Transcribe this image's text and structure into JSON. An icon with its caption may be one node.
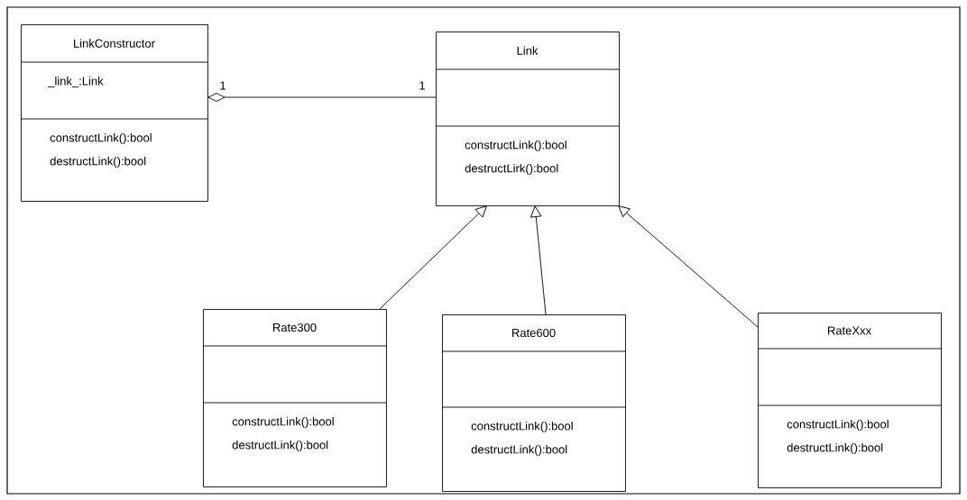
{
  "diagram": {
    "nodes": [
      {
        "text": [
          "LinkConstructor",
          "_link_:Link",
          "constructLink():bool",
          "destructLink():bool"
        ]
      },
      {
        "text": [
          "Link",
          "constructLink():bool",
          "destructLirk():bool"
        ]
      },
      {
        "text": [
          "Rate300",
          "constructLink():bool",
          "destructLink():bool"
        ]
      },
      {
        "text": [
          "Rate600",
          "constructLink():bool",
          "destructLink():bool"
        ]
      },
      {
        "text": [
          "RateXxx",
          "constructLink():bool",
          "destructLink():bool"
        ]
      }
    ],
    "edges": [
      {
        "from": 0,
        "to": 1,
        "arrow": "other"
      },
      {
        "from": 2,
        "to": 1,
        "arrow": "to"
      },
      {
        "from": 3,
        "to": 1,
        "arrow": "to"
      },
      {
        "from": 4,
        "to": 1,
        "arrow": "to"
      }
    ],
    "labels": [
      "1",
      "1"
    ]
  }
}
